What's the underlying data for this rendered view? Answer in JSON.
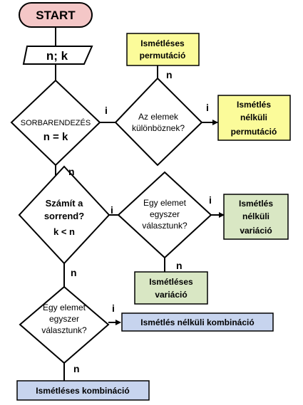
{
  "colors": {
    "start_fill": "#f4c7c7",
    "yellow": "#fbfb9a",
    "green": "#d9e7c4",
    "blue": "#c7d4ee",
    "line": "#000000"
  },
  "start": {
    "label": "START"
  },
  "input": {
    "label": "n; k"
  },
  "decisions": {
    "ordering": {
      "line1": "SORBARENDEZÉS",
      "line2": "n = k"
    },
    "distinct": {
      "line1": "Az elemek",
      "line2": "különböznek?"
    },
    "order_matters": {
      "line1": "Számít a",
      "line2": "sorrend?",
      "line3": "k < n"
    },
    "repeat_choice_1": {
      "line1": "Egy elemet",
      "line2": "egyszer",
      "line3": "választunk?"
    },
    "repeat_choice_2": {
      "line1": "Egy elemet",
      "line2": "egyszer",
      "line3": "választunk?"
    }
  },
  "results": {
    "perm_rep": {
      "line1": "Ismétléses",
      "line2": "permutáció"
    },
    "perm_norep": {
      "line1": "Ismétlés",
      "line2": "nélküli",
      "line3": "permutáció"
    },
    "var_norep": {
      "line1": "Ismétlés",
      "line2": "nélküli",
      "line3": "variáció"
    },
    "var_rep": {
      "line1": "Ismétléses",
      "line2": "variáció"
    },
    "comb_norep": {
      "line1": "Ismétlés nélküli kombináció"
    },
    "comb_rep": {
      "line1": "Ismétléses kombináció"
    }
  },
  "branch_labels": {
    "yes": "i",
    "no": "n"
  }
}
